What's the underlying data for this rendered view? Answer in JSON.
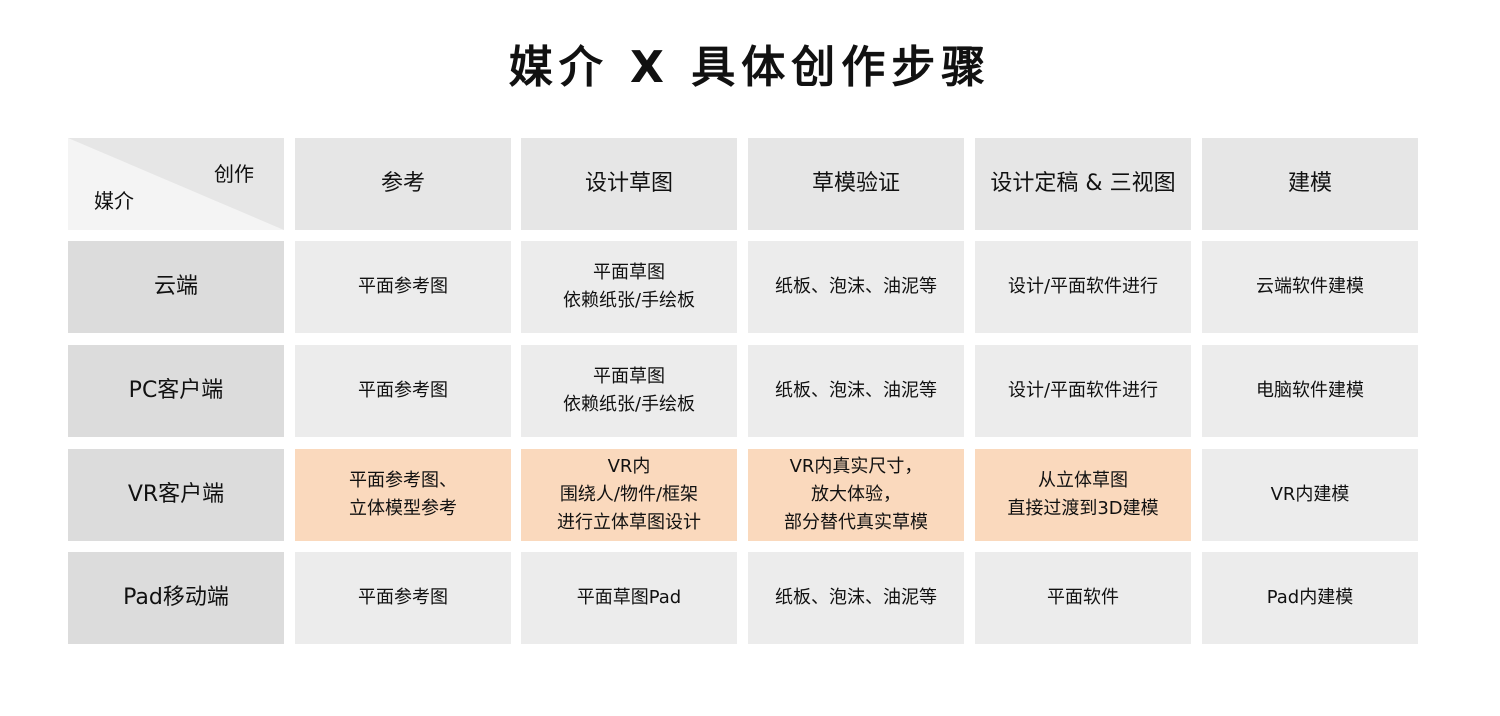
{
  "title": "媒介 X 具体创作步骤",
  "corner": {
    "top_label": "创作",
    "bottom_label": "媒介"
  },
  "columns": [
    "参考",
    "设计草图",
    "草模验证",
    "设计定稿 & 三视图",
    "建模"
  ],
  "rows": [
    {
      "label": "云端",
      "cells": [
        "平面参考图",
        "平面草图\n依赖纸张/手绘板",
        "纸板、泡沫、油泥等",
        "设计/平面软件进行",
        "云端软件建模"
      ]
    },
    {
      "label": "PC客户端",
      "cells": [
        "平面参考图",
        "平面草图\n依赖纸张/手绘板",
        "纸板、泡沫、油泥等",
        "设计/平面软件进行",
        "电脑软件建模"
      ]
    },
    {
      "label": "VR客户端",
      "cells": [
        "平面参考图、\n立体模型参考",
        "VR内\n围绕人/物件/框架\n进行立体草图设计",
        "VR内真实尺寸，\n放大体验，\n部分替代真实草模",
        "从立体草图\n直接过渡到3D建模",
        "VR内建模"
      ]
    },
    {
      "label": "Pad移动端",
      "cells": [
        "平面参考图",
        "平面草图Pad",
        "纸板、泡沫、油泥等",
        "平面软件",
        "Pad内建模"
      ]
    }
  ],
  "colors": {
    "header_bg": "#e6e6e6",
    "row_header_bg": "#dcdcdc",
    "cell_bg": "#ececec",
    "highlight_bg": "#fad9bd"
  }
}
